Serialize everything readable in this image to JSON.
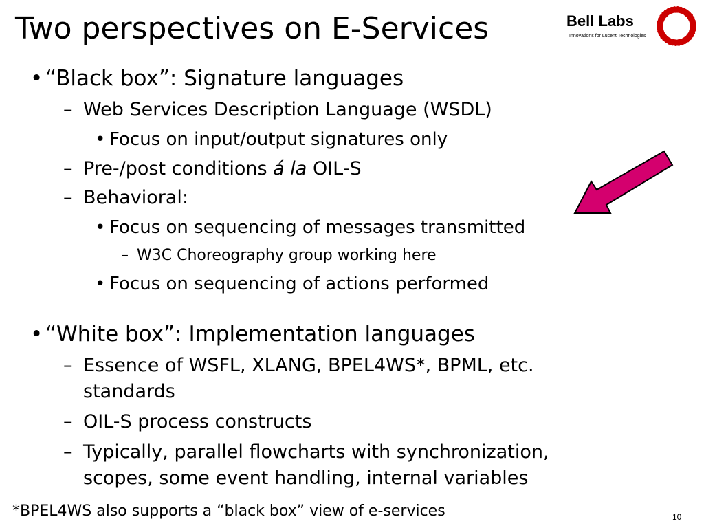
{
  "slide": {
    "title": "Two perspectives on E-Services",
    "page_number": "10",
    "footnote": "*BPEL4WS also supports a “black box” view of e-services"
  },
  "logo": {
    "name": "Bell Labs",
    "tagline": "Innovations for Lucent Technologies",
    "brand_color": "#cc0000"
  },
  "arrow": {
    "color": "#d4006e",
    "outline_color": "#000000",
    "direction": "down-left"
  },
  "bullets": {
    "markers": {
      "level1": "•",
      "level2": "–",
      "level3": "•",
      "level4": "–"
    },
    "black_box": {
      "heading": "“Black box”: Signature languages",
      "wsdl": "Web Services Description Language (WSDL)",
      "wsdl_focus": "Focus on input/output signatures only",
      "prepost_prefix": "Pre-/post conditions",
      "prepost_italic": "á la",
      "prepost_suffix": "OIL-S",
      "behavioral": "Behavioral:",
      "focus_messages": "Focus on sequencing of messages transmitted",
      "w3c": "W3C Choreography group working here",
      "focus_actions": "Focus on sequencing of actions performed"
    },
    "white_box": {
      "heading": "“White box”: Implementation languages",
      "essence_line1": "Essence of WSFL, XLANG, BPEL4WS*, BPML, etc.",
      "essence_line2": "standards",
      "oil_s": "OIL-S process constructs",
      "typically_line1": "Typically, parallel flowcharts with synchronization,",
      "typically_line2": "scopes, some event handling, internal variables"
    }
  }
}
